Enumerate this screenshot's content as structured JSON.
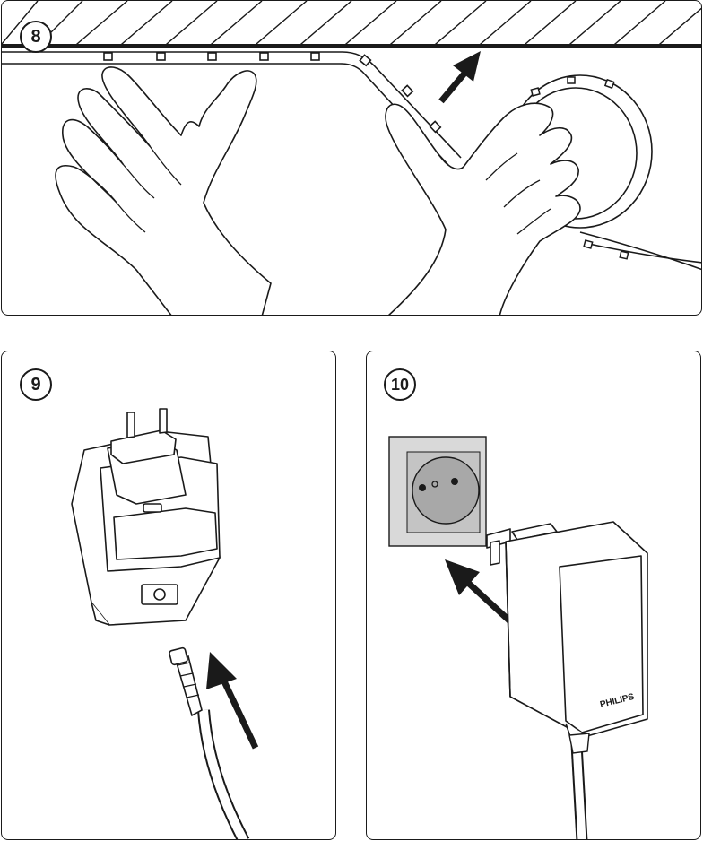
{
  "steps": {
    "step8": "8",
    "step9": "9",
    "step10": "10"
  },
  "adapter_brand": "PHILIPS",
  "colors": {
    "line": "#1a1a1a",
    "background": "#ffffff",
    "wall_plate": "#d9d9d9",
    "socket": "#a8a8a8"
  }
}
